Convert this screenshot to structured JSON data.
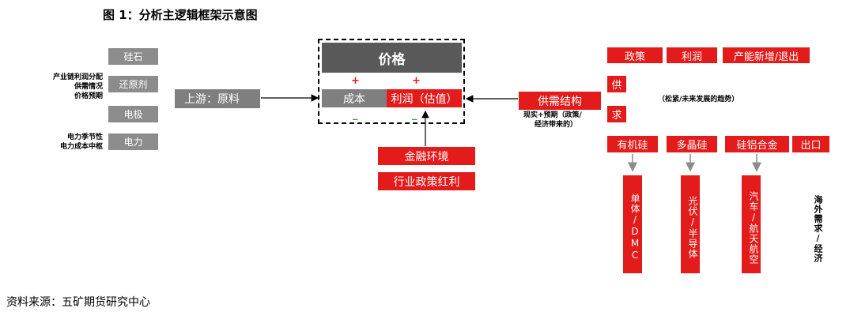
{
  "title": "图 1：分析主逻辑框架示意图",
  "source": "资料来源：五矿期货研究中心",
  "upstream": {
    "items": [
      "硅石",
      "还原剂",
      "电极",
      "电力"
    ],
    "notes_top": [
      "产业链利润分配",
      "供需情况",
      "价格预期"
    ],
    "notes_bottom": [
      "电力季节性",
      "电力成本中枢"
    ],
    "raw_material": "上游：原料"
  },
  "center": {
    "price": "价格",
    "cost": "成本",
    "profit": "利润（估值）",
    "plus": "+",
    "minus": "_",
    "financial_env": "金融环境",
    "policy_bonus": "行业政策红利"
  },
  "supply_demand": {
    "label": "供需结构",
    "note": [
      "现实+预期（政策/",
      "经济带来的）"
    ]
  },
  "right": {
    "top_tags": [
      "政策",
      "利润",
      "产能新增/退出"
    ],
    "supply": "供",
    "demand": "求",
    "trend_note": "（松紧/未来发展的趋势）",
    "chain": [
      "有机硅",
      "多晶硅",
      "硅铝合金",
      "出口"
    ],
    "downstream": [
      "单体/DMC",
      "光伏/半导体",
      "汽车/航天航空"
    ],
    "overseas": "海外需求/经济"
  },
  "colors": {
    "red": "#e31b1b",
    "gray": "#8c8c8c",
    "dark_gray": "#7f7f7f",
    "header_gray": "#595959"
  }
}
